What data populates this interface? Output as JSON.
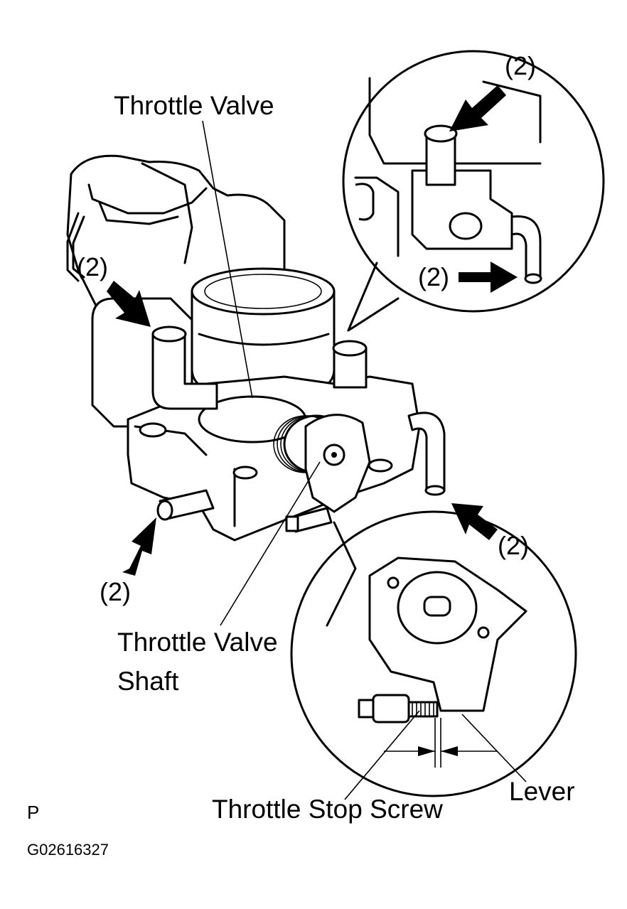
{
  "labels": {
    "throttle_valve": "Throttle Valve",
    "throttle_valve_shaft_line1": "Throttle Valve",
    "throttle_valve_shaft_line2": "Shaft",
    "throttle_stop_screw": "Throttle Stop Screw",
    "lever": "Lever"
  },
  "callouts": {
    "top_right": "(2)",
    "inset_right": "(2)",
    "left": "(2)",
    "right": "(2)",
    "bottom_left": "(2)"
  },
  "footer": {
    "code": "P",
    "figure_id": "G02616327"
  }
}
